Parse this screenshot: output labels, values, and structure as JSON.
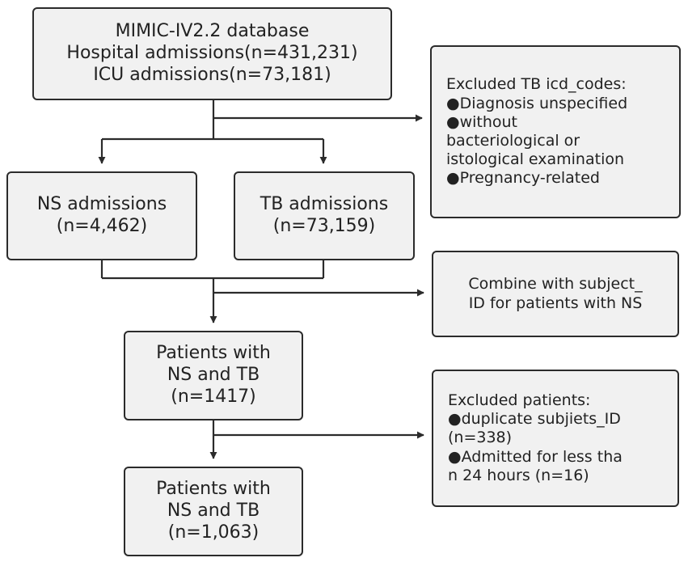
{
  "flowchart": {
    "source_box": {
      "lines": [
        "MIMIC-IV2.2 database",
        "Hospital admissions(n=431,231)",
        "ICU admissions(n=73,181)"
      ]
    },
    "ns_box": {
      "lines": [
        "NS admissions",
        "(n=4,462)"
      ]
    },
    "tb_box": {
      "lines": [
        "TB admissions",
        "(n=73,159)"
      ]
    },
    "ns_tb_box": {
      "lines": [
        "Patients with",
        "NS and TB",
        "(n=1417)"
      ]
    },
    "final_box": {
      "lines": [
        "Patients with",
        "NS and TB",
        "(n=1,063)"
      ]
    },
    "excluded_tb_box": {
      "lines": [
        "Excluded TB icd_codes:",
        "●Diagnosis unspecified",
        "●without",
        "bacteriological or",
        "istological examination",
        "●Pregnancy-related"
      ]
    },
    "combine_box": {
      "lines": [
        "Combine with subject_",
        "ID for patients with NS"
      ]
    },
    "excluded_patients_box": {
      "lines": [
        "Excluded patients:",
        "●duplicate subjiets_ID",
        "(n=338)",
        "●Admitted for less tha",
        "n 24 hours (n=16)"
      ]
    },
    "colors": {
      "box_fill": "#f1f1f1",
      "box_border": "#2b2b2b",
      "connector": "#2b2b2b",
      "text": "#222222"
    }
  }
}
